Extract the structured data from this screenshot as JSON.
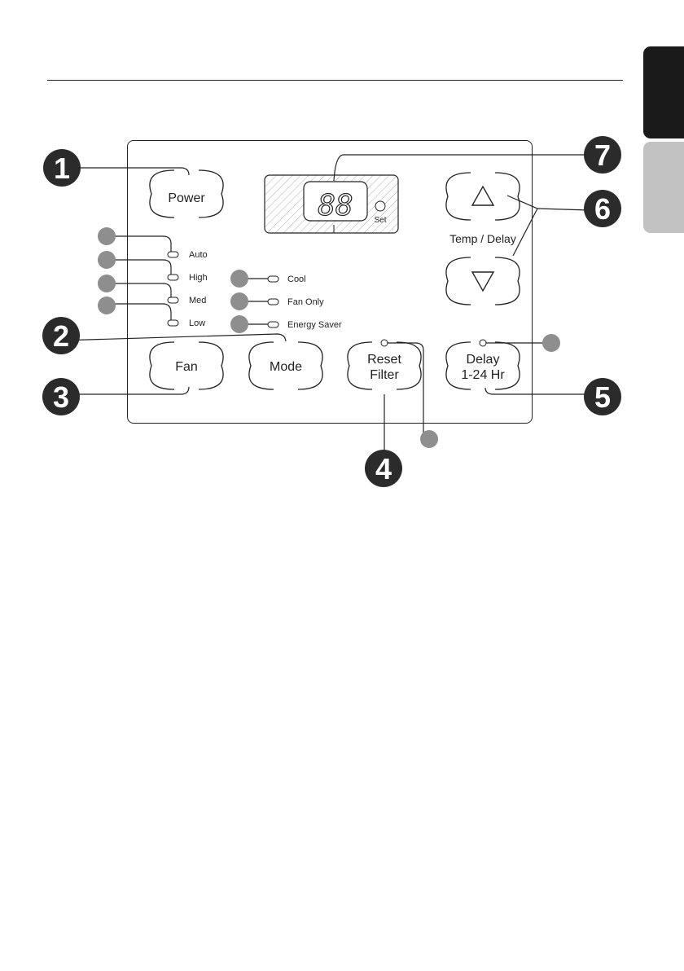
{
  "tabs": {
    "active_color": "#1a1a1a",
    "inactive_color": "#c2c2c2"
  },
  "display": {
    "digits": "88",
    "set_label": "Set"
  },
  "buttons": {
    "power": "Power",
    "fan": "Fan",
    "mode": "Mode",
    "reset_filter_line1": "Reset",
    "reset_filter_line2": "Filter",
    "delay_line1": "Delay",
    "delay_line2": "1-24 Hr",
    "temp_delay_label": "Temp / Delay"
  },
  "fan_indicators": [
    "Auto",
    "High",
    "Med",
    "Low"
  ],
  "mode_indicators": [
    "Cool",
    "Fan Only",
    "Energy Saver"
  ],
  "callouts": [
    "1",
    "2",
    "3",
    "4",
    "5",
    "6",
    "7"
  ],
  "colors": {
    "callout_dark": "#2b2b2b",
    "callout_grey": "#8e8e8e",
    "line": "#222222"
  }
}
